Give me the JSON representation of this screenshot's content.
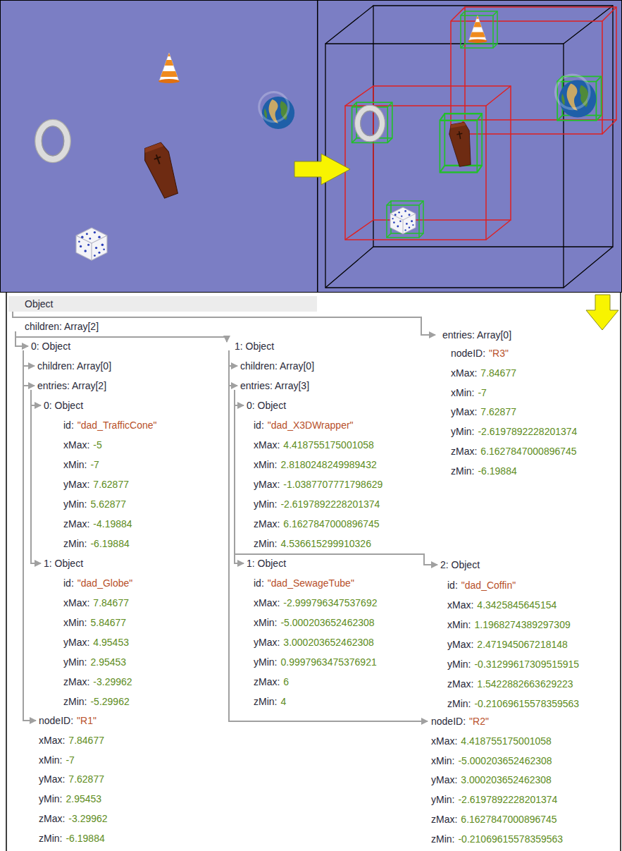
{
  "diagram": {
    "nodes": [
      {
        "text": [
          "Object"
        ]
      }
    ],
    "labels": [
      "children: Array[2]",
      "0: Object",
      "children: Array[0]",
      "entries: Array[2]",
      "0: Object",
      "id:",
      "\"dad_TrafficCone\"",
      "xMax:",
      "-5",
      "xMin:",
      "-7",
      "yMax:",
      "7.62877",
      "yMin:",
      "5.62877",
      "zMax:",
      "-4.19884",
      "zMin:",
      "-6.19884",
      "1: Object",
      "id:",
      "\"dad_Globe\"",
      "xMax:",
      "7.84677",
      "xMin:",
      "5.84677",
      "yMax:",
      "4.95453",
      "yMin:",
      "2.95453",
      "zMax:",
      "-3.29962",
      "zMin:",
      "-5.29962",
      "nodeID:",
      "\"R1\"",
      "xMax:",
      "7.84677",
      "xMin:",
      "-7",
      "yMax:",
      "7.62877",
      "yMin:",
      "2.95453",
      "zMax:",
      "-3.29962",
      "zMin:",
      "-6.19884",
      "1: Object",
      "children: Array[0]",
      "entries: Array[3]",
      "0: Object",
      "id:",
      "\"dad_X3DWrapper\"",
      "xMax:",
      "4.418755175001058",
      "xMin:",
      "2.8180248249989432",
      "yMax:",
      "-1.0387707771798629",
      "yMin:",
      "-2.6197892228201374",
      "zMax:",
      "6.1627847000896745",
      "zMin:",
      "4.536615299910326",
      "1: Object",
      "id:",
      "\"dad_SewageTube\"",
      "xMax:",
      "-2.999796347537692",
      "xMin:",
      "-5.000203652462308",
      "yMax:",
      "3.000203652462308",
      "yMin:",
      "0.9997963475376921",
      "zMax:",
      "6",
      "zMin:",
      "4",
      "2: Object",
      "id:",
      "\"dad_Coffin\"",
      "xMax:",
      "4.3425845645154",
      "xMin:",
      "1.1968274389297309",
      "yMax:",
      "2.471945067218148",
      "yMin:",
      "-0.31299617309515915",
      "zMax:",
      "1.5422882663629223",
      "zMin:",
      "-0.21069615578359563",
      "nodeID:",
      "\"R2\"",
      "xMax:",
      "4.418755175001058",
      "xMin:",
      "-5.000203652462308",
      "yMax:",
      "3.000203652462308",
      "yMin:",
      "-2.6197892228201374",
      "zMax:",
      "6.1627847000896745",
      "zMin:",
      "-0.21069615578359563",
      "entries: Array[0]",
      "nodeID:",
      "\"R3\"",
      "xMax:",
      "7.84677",
      "xMin:",
      "-7",
      "yMax:",
      "7.62877",
      "yMin:",
      "-2.6197892228201374",
      "zMax:",
      "6.1627847000896745",
      "zMin:",
      "-6.19884"
    ]
  }
}
